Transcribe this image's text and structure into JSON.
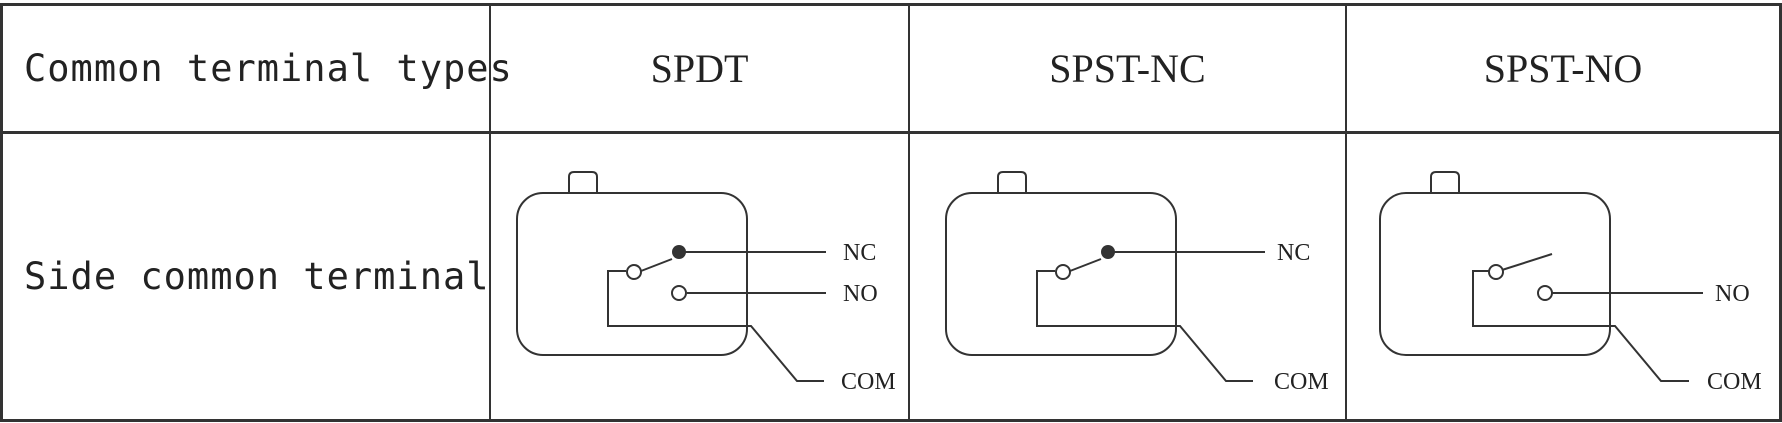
{
  "header": {
    "row_label": "Common terminal types",
    "columns": [
      "SPDT",
      "SPST-NC",
      "SPST-NO"
    ]
  },
  "row": {
    "label": "Side common terminal"
  },
  "diagrams": [
    {
      "type": "SPDT",
      "labels": {
        "nc": "NC",
        "no": "NO",
        "com": "COM"
      }
    },
    {
      "type": "SPST-NC",
      "labels": {
        "nc": "NC",
        "com": "COM"
      }
    },
    {
      "type": "SPST-NO",
      "labels": {
        "no": "NO",
        "com": "COM"
      }
    }
  ],
  "colors": {
    "line": "#333333",
    "text": "#222222",
    "background": "#ffffff"
  }
}
